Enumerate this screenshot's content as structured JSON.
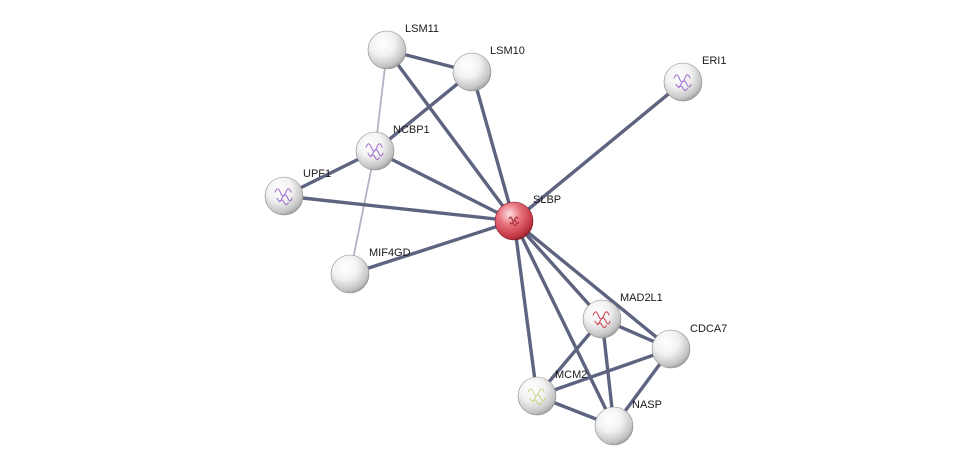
{
  "colors": {
    "edge_strong": "#5e6480",
    "edge_weak": "#b0b2c4",
    "node_default": "#e6e6e6",
    "node_query": "#cc3344",
    "structure_purple": "#9966cc",
    "structure_red": "#cc3344",
    "structure_green": "#b5cc55"
  },
  "nodes": [
    {
      "id": "SLBP",
      "label": "SLBP",
      "query": true,
      "structure": "red-small"
    },
    {
      "id": "LSM11",
      "label": "LSM11",
      "query": false,
      "structure": "none"
    },
    {
      "id": "LSM10",
      "label": "LSM10",
      "query": false,
      "structure": "none"
    },
    {
      "id": "NCBP1",
      "label": "NCBP1",
      "query": false,
      "structure": "purple"
    },
    {
      "id": "UPF1",
      "label": "UPF1",
      "query": false,
      "structure": "purple"
    },
    {
      "id": "MIF4GD",
      "label": "MIF4GD",
      "query": false,
      "structure": "none"
    },
    {
      "id": "ERI1",
      "label": "ERI1",
      "query": false,
      "structure": "purple"
    },
    {
      "id": "MAD2L1",
      "label": "MAD2L1",
      "query": false,
      "structure": "red"
    },
    {
      "id": "CDCA7",
      "label": "CDCA7",
      "query": false,
      "structure": "none"
    },
    {
      "id": "MCM2",
      "label": "MCM2",
      "query": false,
      "structure": "green"
    },
    {
      "id": "NASP",
      "label": "NASP",
      "query": false,
      "structure": "none"
    }
  ],
  "edges": [
    {
      "source": "LSM11",
      "target": "LSM10",
      "strength": "strong"
    },
    {
      "source": "LSM11",
      "target": "NCBP1",
      "strength": "weak"
    },
    {
      "source": "LSM11",
      "target": "SLBP",
      "strength": "strong"
    },
    {
      "source": "LSM10",
      "target": "NCBP1",
      "strength": "strong"
    },
    {
      "source": "LSM10",
      "target": "SLBP",
      "strength": "strong"
    },
    {
      "source": "NCBP1",
      "target": "UPF1",
      "strength": "strong"
    },
    {
      "source": "NCBP1",
      "target": "MIF4GD",
      "strength": "weak"
    },
    {
      "source": "NCBP1",
      "target": "SLBP",
      "strength": "strong"
    },
    {
      "source": "UPF1",
      "target": "SLBP",
      "strength": "strong"
    },
    {
      "source": "MIF4GD",
      "target": "SLBP",
      "strength": "strong"
    },
    {
      "source": "ERI1",
      "target": "SLBP",
      "strength": "strong"
    },
    {
      "source": "SLBP",
      "target": "MAD2L1",
      "strength": "strong"
    },
    {
      "source": "SLBP",
      "target": "CDCA7",
      "strength": "strong"
    },
    {
      "source": "SLBP",
      "target": "MCM2",
      "strength": "strong"
    },
    {
      "source": "SLBP",
      "target": "NASP",
      "strength": "strong"
    },
    {
      "source": "MAD2L1",
      "target": "CDCA7",
      "strength": "strong"
    },
    {
      "source": "MAD2L1",
      "target": "MCM2",
      "strength": "strong"
    },
    {
      "source": "MAD2L1",
      "target": "NASP",
      "strength": "strong"
    },
    {
      "source": "CDCA7",
      "target": "MCM2",
      "strength": "strong"
    },
    {
      "source": "CDCA7",
      "target": "NASP",
      "strength": "strong"
    },
    {
      "source": "MCM2",
      "target": "NASP",
      "strength": "strong"
    }
  ]
}
